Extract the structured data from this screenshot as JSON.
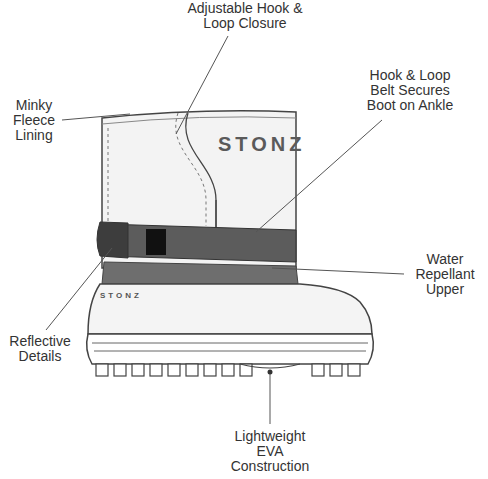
{
  "diagram": {
    "labels": [
      "Adjustable Hook & Loop Closure",
      "Hook & Loop Belt Secures Boot on Ankle",
      "Minky Fleece Lining",
      "Water Repellant Upper",
      "Reflective Details",
      "Lightweight EVA Construction",
      "STONZ",
      "STONZ"
    ]
  }
}
